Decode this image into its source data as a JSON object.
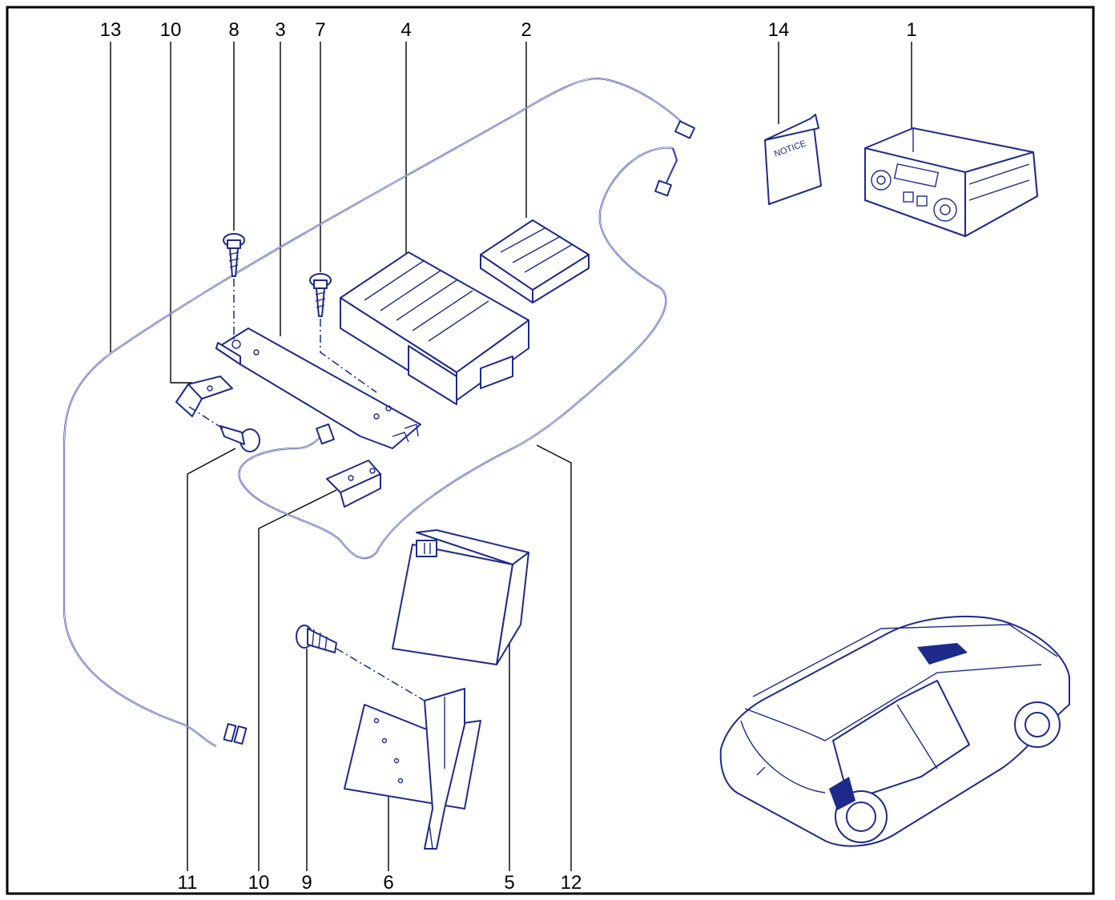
{
  "diagram": {
    "callouts_top": [
      "13",
      "10",
      "8",
      "3",
      "7",
      "4",
      "2",
      "14",
      "1"
    ],
    "callouts_bottom": [
      "11",
      "10",
      "9",
      "6",
      "5",
      "12"
    ],
    "notice_text": "NOTICE",
    "colors": {
      "line": "#1d2a8a",
      "fill_dark": "#1d2a8a",
      "frame": "#000000"
    }
  }
}
